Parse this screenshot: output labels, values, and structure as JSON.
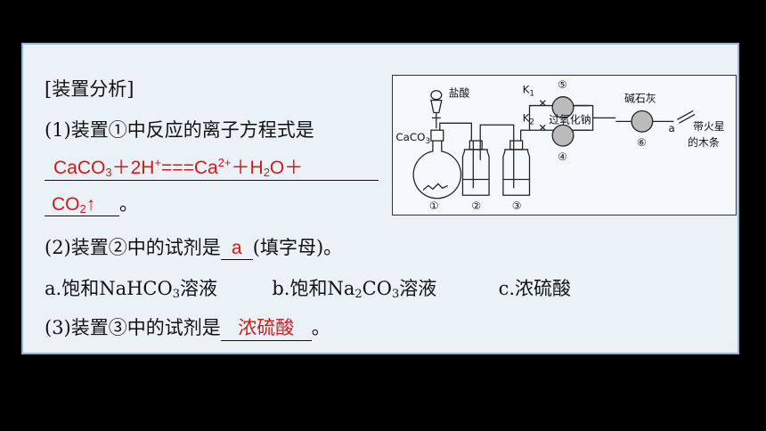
{
  "heading": "[装置分析]",
  "q1": {
    "prefix": "(1)装置①中反应的离子方程式是",
    "answer_line1": {
      "a": "CaCO",
      "b": "3",
      "c": "＋2H",
      "d": "+",
      "e": "===Ca",
      "f": "2+",
      "g": "＋H",
      "h": "2",
      "i": "O＋"
    },
    "answer_line2": {
      "a": "CO",
      "b": "2",
      "c": "↑"
    },
    "end": "。"
  },
  "q2": {
    "prefix": "(2)装置②中的试剂是",
    "answer": "a",
    "suffix": "(填字母)。"
  },
  "options": {
    "a": {
      "a": "a.饱和NaHCO",
      "b": "3",
      "c": "溶液"
    },
    "b": {
      "a": "b.饱和Na",
      "b": "2",
      "c": "CO",
      "d": "3",
      "e": "溶液"
    },
    "c": "c.浓硫酸"
  },
  "q3": {
    "prefix": "(3)装置③中的试剂是",
    "answer": "浓硫酸",
    "end": "。"
  },
  "figure": {
    "hcl": "盐酸",
    "caco3": "CaCO",
    "caco3_sub": "3",
    "k1": "K",
    "k1_sub": "1",
    "k2": "K",
    "k2_sub": "2",
    "na2o2": "过氧化钠",
    "soda_lime": "碱石灰",
    "splint1": "带火星",
    "splint2": "的木条",
    "a": "a",
    "n1": "①",
    "n2": "②",
    "n3": "③",
    "n4": "④",
    "n5": "⑤",
    "n6": "⑥",
    "colors": {
      "answer": "#d11a1a",
      "frame": "#8fb4d8"
    }
  }
}
